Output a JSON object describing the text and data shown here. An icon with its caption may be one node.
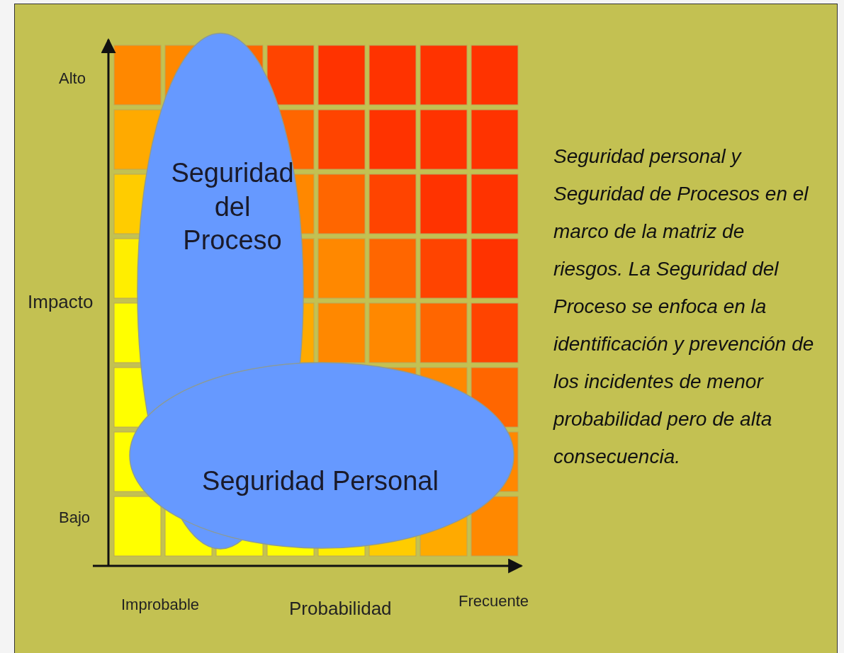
{
  "diagram": {
    "caption": "Seguridad personal y Seguridad de Procesos en el marco de la matriz de riesgos. La Seguridad del Proceso se enfoca en la identificación y prevención de los incidentes de menor probabilidad pero de alta consecuencia.",
    "nodes": [
      {
        "text": [
          "Seguridad del Proceso"
        ]
      },
      {
        "text": [
          "Seguridad Personal"
        ]
      }
    ],
    "labels": [
      "Alto",
      "Impacto",
      "Bajo",
      "Improbable",
      "Probabilidad",
      "Frecuente"
    ]
  }
}
